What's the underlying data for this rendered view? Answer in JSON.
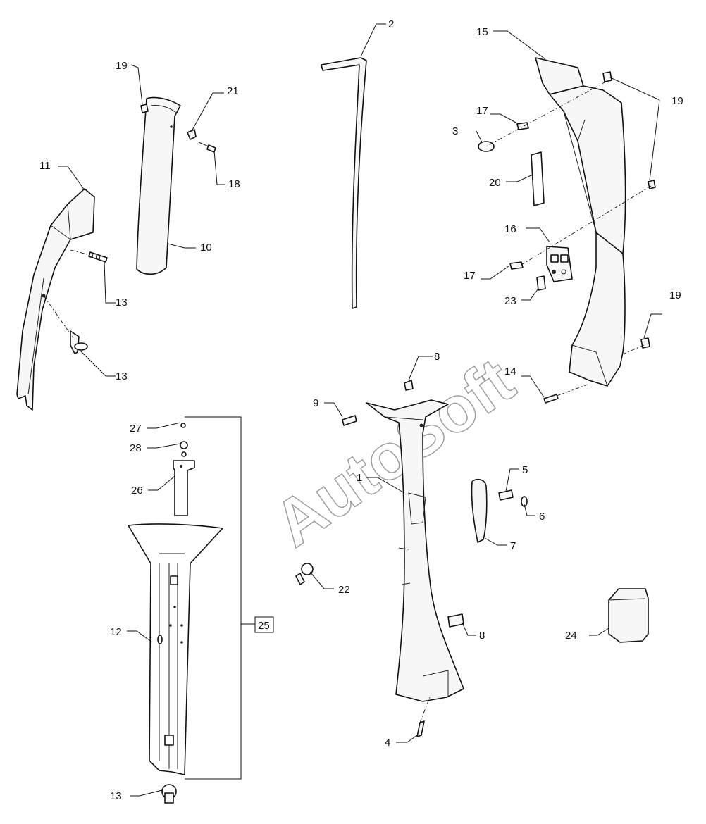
{
  "watermark": "AutoSoft",
  "callouts": {
    "c1": "1",
    "c2": "2",
    "c3": "3",
    "c4": "4",
    "c5": "5",
    "c6": "6",
    "c7": "7",
    "c8a": "8",
    "c8b": "8",
    "c9": "9",
    "c10": "10",
    "c11": "11",
    "c12": "12",
    "c13a": "13",
    "c13b": "13",
    "c13c": "13",
    "c14": "14",
    "c15": "15",
    "c16": "16",
    "c17a": "17",
    "c17b": "17",
    "c18": "18",
    "c19a": "19",
    "c19b": "19",
    "c19c": "19",
    "c20": "20",
    "c21": "21",
    "c22": "22",
    "c23": "23",
    "c24": "24",
    "c25": "25",
    "c26": "26",
    "c27": "27",
    "c28": "28"
  }
}
